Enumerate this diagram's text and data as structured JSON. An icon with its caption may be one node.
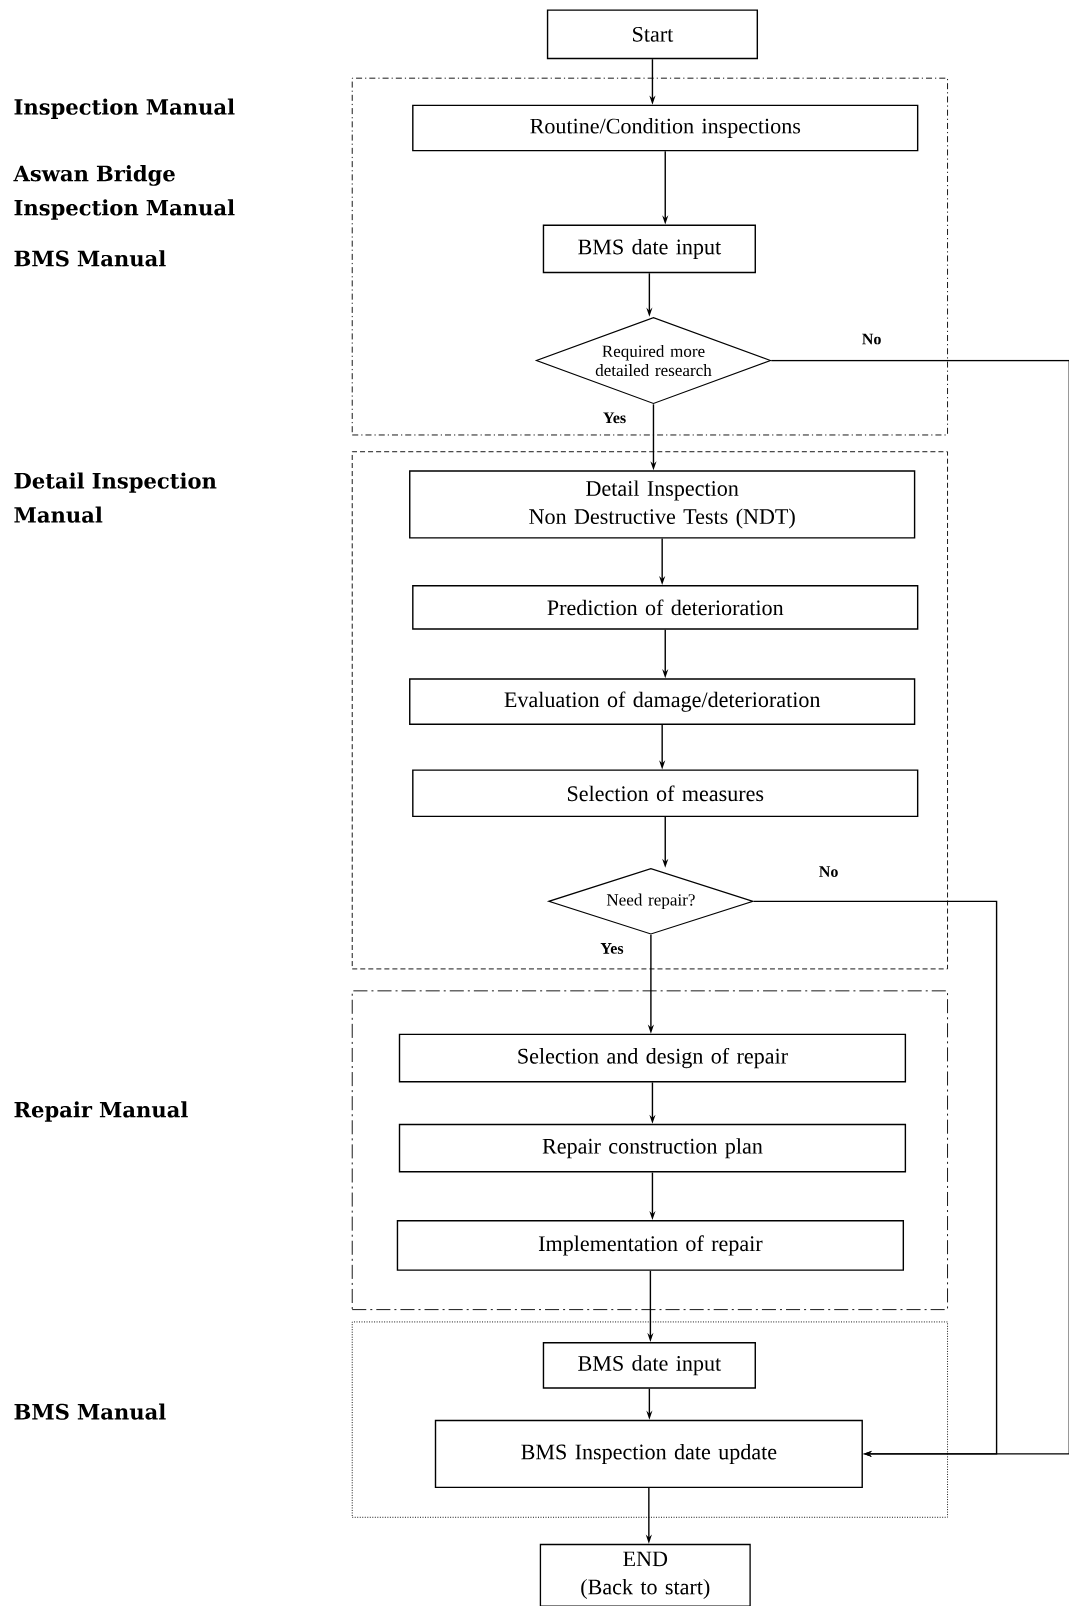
{
  "diagram": {
    "nodes": [
      {
        "text": [
          "Start"
        ]
      },
      {
        "text": [],
        "shape": "box"
      },
      {
        "text": [
          "Routine/Condition inspections"
        ],
        "in": 1
      },
      {
        "text": [
          "BMS date input"
        ],
        "in": 1
      },
      {
        "text": [
          "Required more detailed research"
        ],
        "in": 1
      },
      {
        "text": [],
        "shape": "box"
      },
      {
        "text": [
          "Detail Inspection",
          "Non Destructive Tests (NDT)"
        ],
        "in": 5
      },
      {
        "text": [
          "Prediction of deterioration"
        ],
        "in": 5
      },
      {
        "text": [
          "Evaluation of damage/deterioration"
        ],
        "in": 5
      },
      {
        "text": [
          "Selection of measures"
        ],
        "in": 5
      },
      {
        "text": [
          "Need repair?"
        ],
        "in": 5
      },
      {
        "text": [],
        "shape": "box"
      },
      {
        "text": [
          "Selection and design of repair"
        ],
        "in": 11
      },
      {
        "text": [
          "Repair construction plan"
        ],
        "in": 11
      },
      {
        "text": [
          "Implementation of repair"
        ],
        "in": 11
      },
      {
        "text": [],
        "shape": "box"
      },
      {
        "text": [
          "BMS date input"
        ],
        "in": 15
      },
      {
        "text": [
          "BMS Inspection date update"
        ],
        "in": 15
      },
      {
        "text": [
          "END",
          "(Back to start)"
        ]
      }
    ],
    "edges": [
      {
        "from": 0,
        "to": 2,
        "arrow": "to"
      },
      {
        "from": 2,
        "to": 3,
        "arrow": "to"
      },
      {
        "from": 3,
        "to": 4,
        "arrow": "to"
      },
      {
        "from": 4,
        "to": 6,
        "arrow": "to",
        "label": "Yes"
      },
      {
        "from": 4,
        "to": 17,
        "arrow": "to",
        "label": "No"
      },
      {
        "from": 6,
        "to": 7,
        "arrow": "to"
      },
      {
        "from": 7,
        "to": 8,
        "arrow": "to"
      },
      {
        "from": 8,
        "to": 9,
        "arrow": "to"
      },
      {
        "from": 9,
        "to": 10,
        "arrow": "to"
      },
      {
        "from": 10,
        "to": 12,
        "arrow": "to",
        "label": "Yes"
      },
      {
        "from": 10,
        "to": 17,
        "arrow": "to",
        "label": "No"
      },
      {
        "from": 12,
        "to": 13,
        "arrow": "to"
      },
      {
        "from": 13,
        "to": 14,
        "arrow": "to"
      },
      {
        "from": 14,
        "to": 16,
        "arrow": "to"
      },
      {
        "from": 16,
        "to": 17,
        "arrow": "to"
      },
      {
        "from": 17,
        "to": 18,
        "arrow": "to"
      }
    ],
    "labels": [
      "Inspection Manual",
      "Aswan Bridge Inspection Manual",
      "BMS Manual",
      "Detail Inspection Manual",
      "Repair Manual",
      "BMS Manual"
    ]
  }
}
